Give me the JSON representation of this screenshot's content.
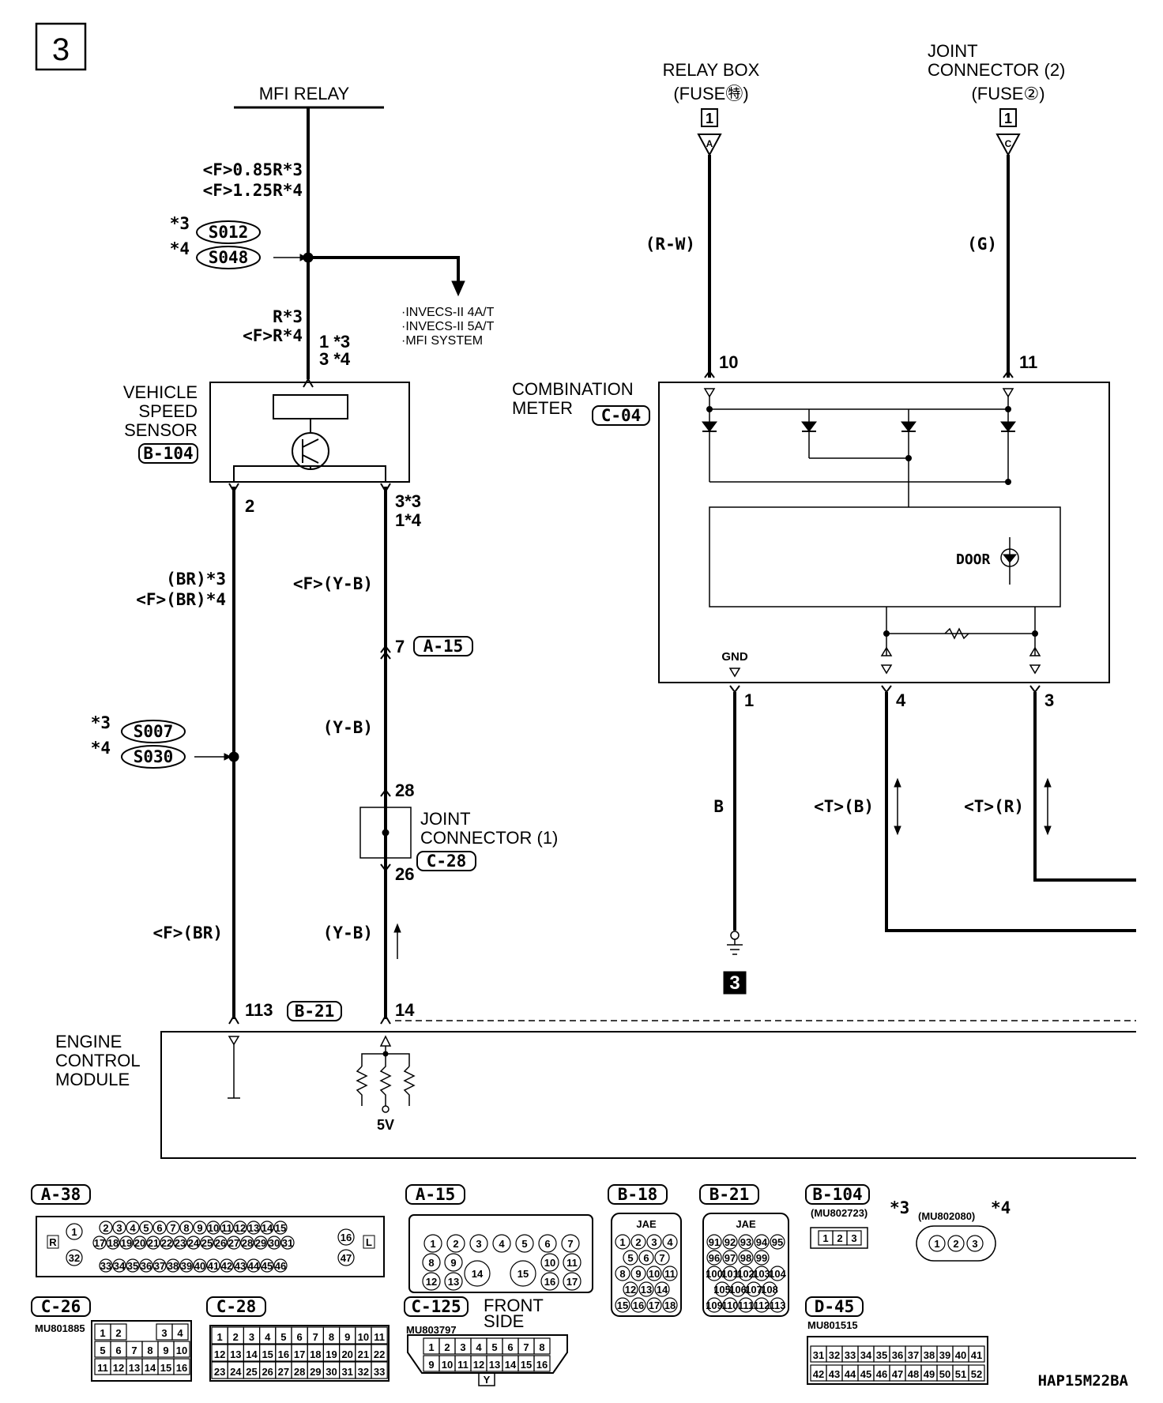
{
  "page_number": "3",
  "ground_number": "3",
  "drawing_code": "HAP15M22BA",
  "mfi_relay": "MFI RELAY",
  "relay_box": {
    "line1": "RELAY BOX",
    "line2": "(FUSE㊕)",
    "box": "1",
    "arrow": "A",
    "wire": "(R-W)",
    "pin": "10"
  },
  "joint_connector2": {
    "line1": "JOINT",
    "line2": "CONNECTOR (2)",
    "line3": "(FUSE②)",
    "box": "1",
    "arrow": "C",
    "wire": "(G)",
    "pin": "11"
  },
  "mfi_wire": {
    "line1": "<F>0.85R*3",
    "line2": "<F>1.25R*4"
  },
  "splice_top": {
    "n1": "*3",
    "s1": "S012",
    "n2": "*4",
    "s2": "S048"
  },
  "branch_to": [
    "·INVECS-II 4A/T",
    "·INVECS-II 5A/T",
    "·MFI SYSTEM"
  ],
  "vss_wire": {
    "line1": "R*3",
    "line2": "<F>R*4",
    "pin1": "1 *3",
    "pin2": "3 *4"
  },
  "vss": {
    "line1": "VEHICLE",
    "line2": "SPEED",
    "line3": "SENSOR",
    "conn": "B-104"
  },
  "vss_pins": {
    "left": "2",
    "right1": "3*3",
    "right2": "1*4"
  },
  "left_wire": {
    "line1": "(BR)*3",
    "line2": "<F>(BR)*4",
    "bottom": "<F>(BR)"
  },
  "splice_mid": {
    "n1": "*3",
    "s1": "S007",
    "n2": "*4",
    "s2": "S030"
  },
  "right_wire": {
    "w1": "<F>(Y-B)",
    "pin_a15": "7",
    "conn_a15": "A-15",
    "w2": "(Y-B)",
    "pin28": "28",
    "w3": "(Y-B)"
  },
  "joint_connector1": {
    "line1": "JOINT",
    "line2": "CONNECTOR (1)",
    "conn": "C-28",
    "pin": "26"
  },
  "ecm_pins": {
    "left": "113",
    "conn": "B-21",
    "right": "14"
  },
  "ecm": {
    "line1": "ENGINE",
    "line2": "CONTROL",
    "line3": "MODULE",
    "voltage": "5V"
  },
  "meter": {
    "line1": "COMBINATION",
    "line2": "METER",
    "conn": "C-04",
    "door": "DOOR",
    "gnd": "GND"
  },
  "meter_pins": {
    "gnd": "1",
    "p4": "4",
    "p3": "3"
  },
  "meter_wires": {
    "gnd": "B",
    "p4": "<T>(B)",
    "p3": "<T>(R)"
  },
  "connectors": {
    "a38": {
      "label": "A-38",
      "row1": [
        "2",
        "3",
        "4",
        "5",
        "6",
        "7",
        "8",
        "9",
        "10",
        "11",
        "12",
        "13",
        "14",
        "15"
      ],
      "row2": [
        "17",
        "18",
        "19",
        "20",
        "21",
        "22",
        "23",
        "24",
        "25",
        "26",
        "27",
        "28",
        "29",
        "30",
        "31"
      ],
      "row3": [
        "33",
        "34",
        "35",
        "36",
        "37",
        "38",
        "39",
        "40",
        "41",
        "42",
        "43",
        "44",
        "45",
        "46"
      ],
      "side": [
        "1",
        "32",
        "16",
        "47"
      ],
      "left": "R",
      "right": "L"
    },
    "a15": {
      "label": "A-15",
      "cells": [
        "1",
        "2",
        "3",
        "4",
        "5",
        "6",
        "7",
        "8",
        "9",
        "10",
        "11",
        "12",
        "13",
        "14",
        "15",
        "16",
        "17"
      ]
    },
    "b18": {
      "label": "B-18",
      "tag": "JAE",
      "cells": [
        "1",
        "2",
        "3",
        "4",
        "5",
        "6",
        "7",
        "8",
        "9",
        "10",
        "11",
        "12",
        "13",
        "14",
        "15",
        "16",
        "17",
        "18"
      ]
    },
    "b21": {
      "label": "B-21",
      "tag": "JAE",
      "cells": [
        "91",
        "92",
        "93",
        "94",
        "95",
        "96",
        "97",
        "98",
        "99",
        "100",
        "101",
        "102",
        "103",
        "104",
        "105",
        "106",
        "107",
        "108",
        "109",
        "110",
        "111",
        "112",
        "113"
      ]
    },
    "b104": {
      "label": "B-104",
      "part3": "(MU802723)",
      "note3": "*3",
      "part4": "(MU802080)",
      "note4": "*4",
      "cells": [
        "1",
        "2",
        "3"
      ]
    },
    "c26": {
      "label": "C-26",
      "part": "MU801885",
      "cells": [
        "1",
        "2",
        "3",
        "4",
        "5",
        "6",
        "7",
        "8",
        "9",
        "10",
        "11",
        "12",
        "13",
        "14",
        "15",
        "16"
      ]
    },
    "c28": {
      "label": "C-28",
      "cells": [
        "1",
        "2",
        "3",
        "4",
        "5",
        "6",
        "7",
        "8",
        "9",
        "10",
        "11",
        "12",
        "13",
        "14",
        "15",
        "16",
        "17",
        "18",
        "19",
        "20",
        "21",
        "22",
        "23",
        "24",
        "25",
        "26",
        "27",
        "28",
        "29",
        "30",
        "31",
        "32",
        "33"
      ]
    },
    "c125": {
      "label": "C-125",
      "part": "MU803797",
      "side1": "FRONT",
      "side2": "SIDE",
      "cells": [
        "1",
        "2",
        "3",
        "4",
        "5",
        "6",
        "7",
        "8",
        "9",
        "10",
        "11",
        "12",
        "13",
        "14",
        "15",
        "16"
      ],
      "key": "Y"
    },
    "d45": {
      "label": "D-45",
      "part": "MU801515",
      "cells": [
        "31",
        "32",
        "33",
        "34",
        "35",
        "36",
        "37",
        "38",
        "39",
        "40",
        "41",
        "42",
        "43",
        "44",
        "45",
        "46",
        "47",
        "48",
        "49",
        "50",
        "51",
        "52"
      ]
    }
  }
}
